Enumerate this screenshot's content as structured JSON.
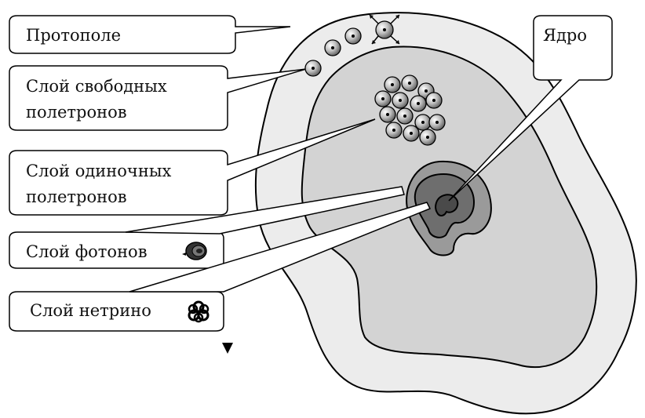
{
  "labels": {
    "protofield": "Протополе",
    "free_poletrons_line1": "Слой свободных",
    "free_poletrons_line2": "полетронов",
    "single_poletrons_line1": "Слой одиночных",
    "single_poletrons_line2": "полетронов",
    "photons": "Слой фотонов",
    "neutrino": "Слой нетрино",
    "core": "Ядро"
  },
  "colors": {
    "outer_layer": "#ececec",
    "middle_layer": "#d3d3d3",
    "photon_layer": "#9a9a9a",
    "neutrino_layer": "#6e6e6e",
    "core": "#4a4a4a",
    "outline": "#000000"
  },
  "icons": {
    "photon": "photon-icon",
    "neutrino": "neutrino-icon",
    "poletron": "poletron-particle-icon",
    "arrow_down": "triangle-down-icon"
  }
}
